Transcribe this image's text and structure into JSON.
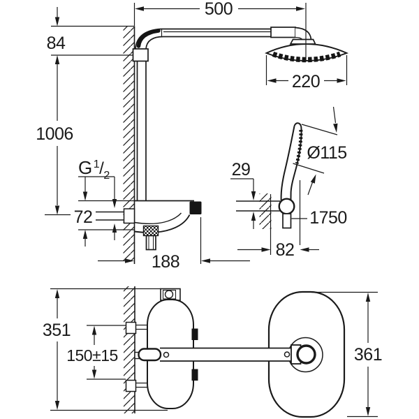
{
  "colors": {
    "background": "#ffffff",
    "line": "#1a1a1a",
    "dark_fill": "#151515"
  },
  "side_view": {
    "arm_length": "500",
    "head_drop": "84",
    "riser_height": "1006",
    "thread": {
      "letter": "G",
      "numerator": "1",
      "slash": "/",
      "denominator": "2"
    },
    "outlet_offset": "72",
    "valve_depth": "188",
    "head_diameter": "220",
    "hand_shower_diameter": "Ø115",
    "bracket_size": "29",
    "mounting_height": "1750",
    "bracket_depth": "82"
  },
  "plan_view": {
    "valve_span": "351",
    "inlet_spacing": "150±15",
    "head_length": "361"
  }
}
